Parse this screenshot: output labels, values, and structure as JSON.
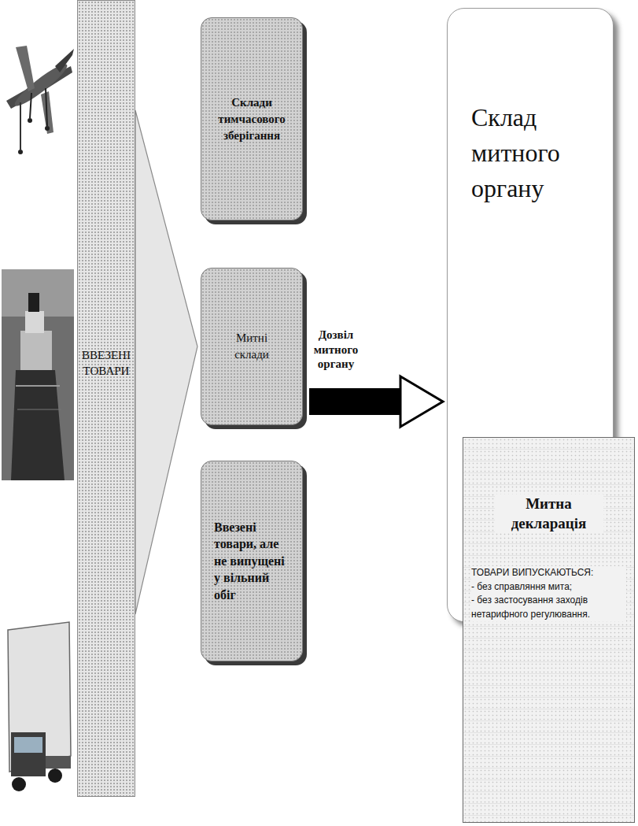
{
  "diagram": {
    "nodes": [
      {
        "text": [
          "ВВЕЗЕНІ ТОВАРИ"
        ]
      },
      {
        "text": [
          "Склади тимчасового зберігання"
        ]
      },
      {
        "text": [
          "Митні склади"
        ]
      },
      {
        "text": [
          "Ввезені товари, але не випущені у вільний обіг"
        ]
      },
      {
        "text": [
          "Склад митного органу"
        ]
      },
      {
        "text": [
          "Митна декларація",
          "ТОВАРИ ВИПУСКАЮТЬСЯ:",
          "- без справляння мита;",
          "- без застосування заходів нетарифного регулювання."
        ]
      }
    ],
    "edges": [
      {
        "from": 0,
        "to": 2,
        "arrow": "to"
      },
      {
        "from": 2,
        "to": 4,
        "label": "Дозвіл митного органу",
        "arrow": "to"
      }
    ]
  }
}
